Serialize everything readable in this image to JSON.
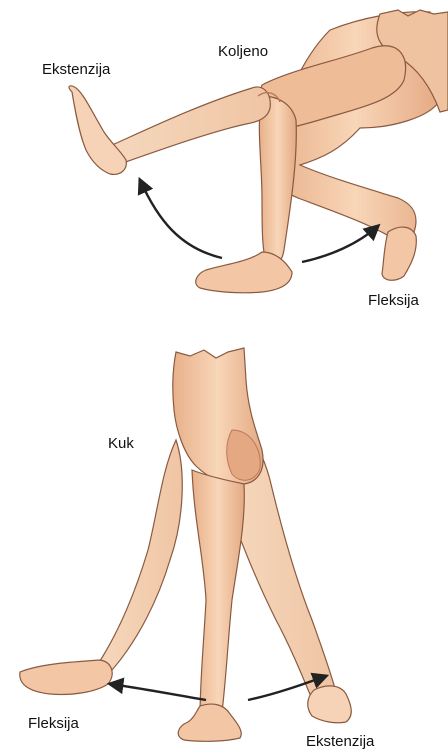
{
  "top_panel": {
    "joint_label": "Koljeno",
    "extension_label": "Ekstenzija",
    "flexion_label": "Fleksija"
  },
  "bottom_panel": {
    "joint_label": "Kuk",
    "flexion_label": "Fleksija",
    "extension_label": "Ekstenzija"
  },
  "colors": {
    "skin_light": "#f7d3b4",
    "skin_mid": "#eebc96",
    "skin_shadow": "#c98a66",
    "outline": "#8a5a40",
    "arrow": "#222222"
  }
}
